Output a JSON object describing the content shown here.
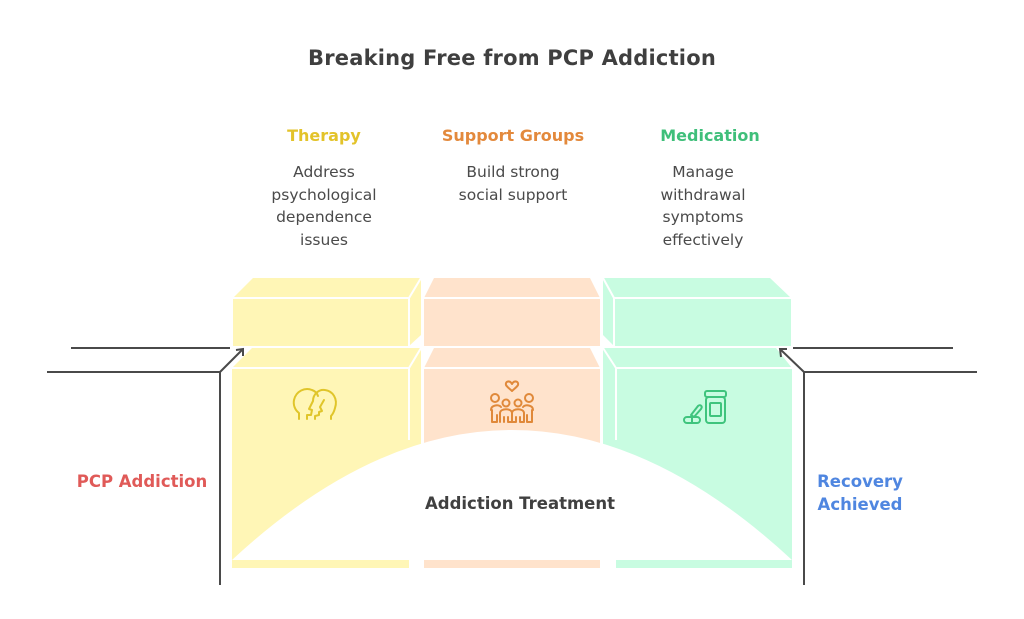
{
  "title": "Breaking Free from PCP Addiction",
  "start": {
    "label": "PCP Addiction",
    "color": "#e05a58"
  },
  "end": {
    "label_lines": [
      "Recovery",
      "Achieved"
    ],
    "color": "#4f86e0"
  },
  "center_label": "Addiction Treatment",
  "pillars": [
    {
      "heading": "Therapy",
      "description_lines": [
        "Address",
        "psychological",
        "dependence",
        "issues"
      ],
      "icon": "two-heads-icon",
      "heading_color": "#e3c32a",
      "fill": "#fff6b6",
      "icon_color": "#e0c52a"
    },
    {
      "heading": "Support Groups",
      "description_lines": [
        "Build strong",
        "social support"
      ],
      "icon": "family-heart-icon",
      "heading_color": "#e3893c",
      "fill": "#ffe3cc",
      "icon_color": "#e0893a"
    },
    {
      "heading": "Medication",
      "description_lines": [
        "Manage",
        "withdrawal",
        "symptoms",
        "effectively"
      ],
      "icon": "pill-bottle-icon",
      "heading_color": "#3fbf7a",
      "fill": "#c8fce1",
      "icon_color": "#3fc47d"
    }
  ],
  "colors": {
    "line": "#4a4a4a",
    "title": "#3f3f3f"
  }
}
